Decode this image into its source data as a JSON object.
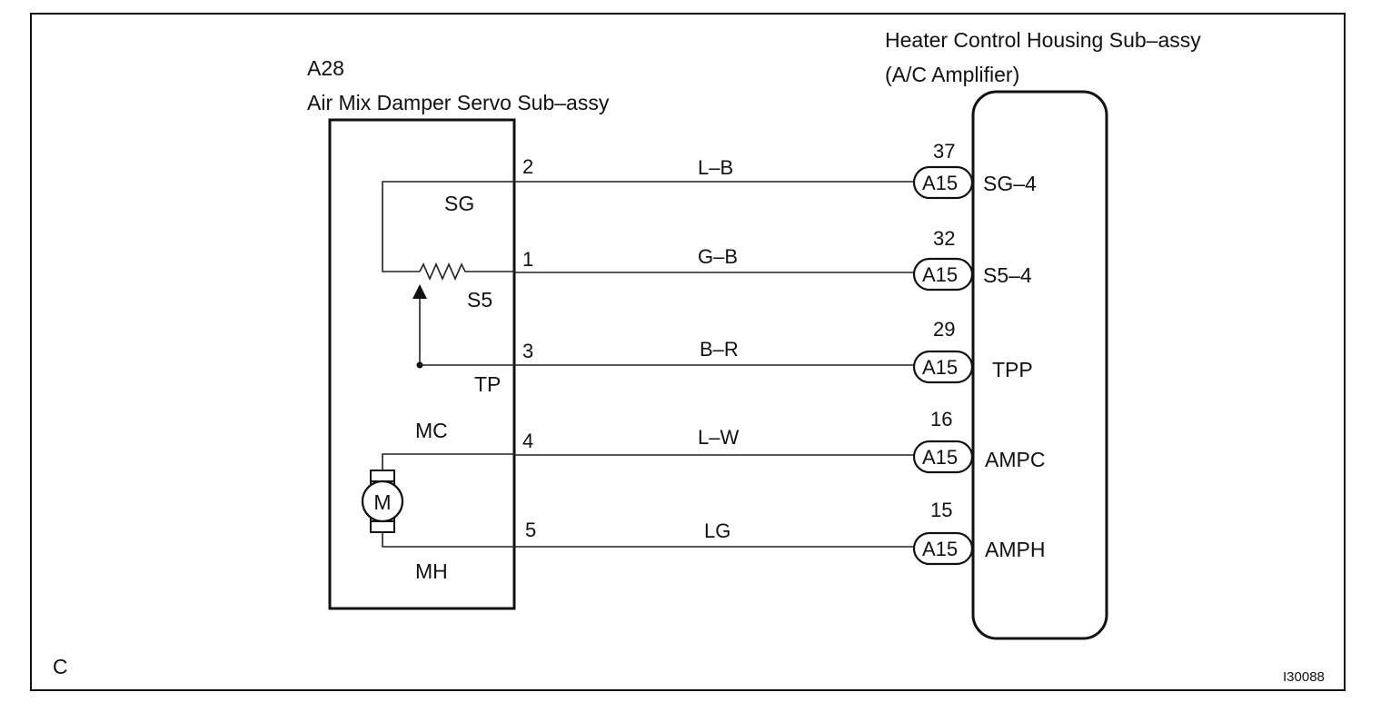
{
  "diagram": {
    "corner_label": "C",
    "figure_id": "I30088",
    "left_component": {
      "code": "A28",
      "name": "Air Mix Damper Servo Sub–assy",
      "motor_symbol": "M"
    },
    "right_component": {
      "name_line1": "Heater Control Housing Sub–assy",
      "name_line2": "(A/C Amplifier)"
    },
    "connections": [
      {
        "left_pin": "2",
        "left_label": "SG",
        "wire_color": "L–B",
        "connector": "A15",
        "right_pin": "37",
        "right_terminal": "SG–4"
      },
      {
        "left_pin": "1",
        "left_label": "S5",
        "wire_color": "G–B",
        "connector": "A15",
        "right_pin": "32",
        "right_terminal": "S5–4"
      },
      {
        "left_pin": "3",
        "left_label": "TP",
        "wire_color": "B–R",
        "connector": "A15",
        "right_pin": "29",
        "right_terminal": "TPP"
      },
      {
        "left_pin": "4",
        "left_label": "MC",
        "wire_color": "L–W",
        "connector": "A15",
        "right_pin": "16",
        "right_terminal": "AMPC"
      },
      {
        "left_pin": "5",
        "left_label": "MH",
        "wire_color": "LG",
        "connector": "A15",
        "right_pin": "15",
        "right_terminal": "AMPH"
      }
    ]
  }
}
